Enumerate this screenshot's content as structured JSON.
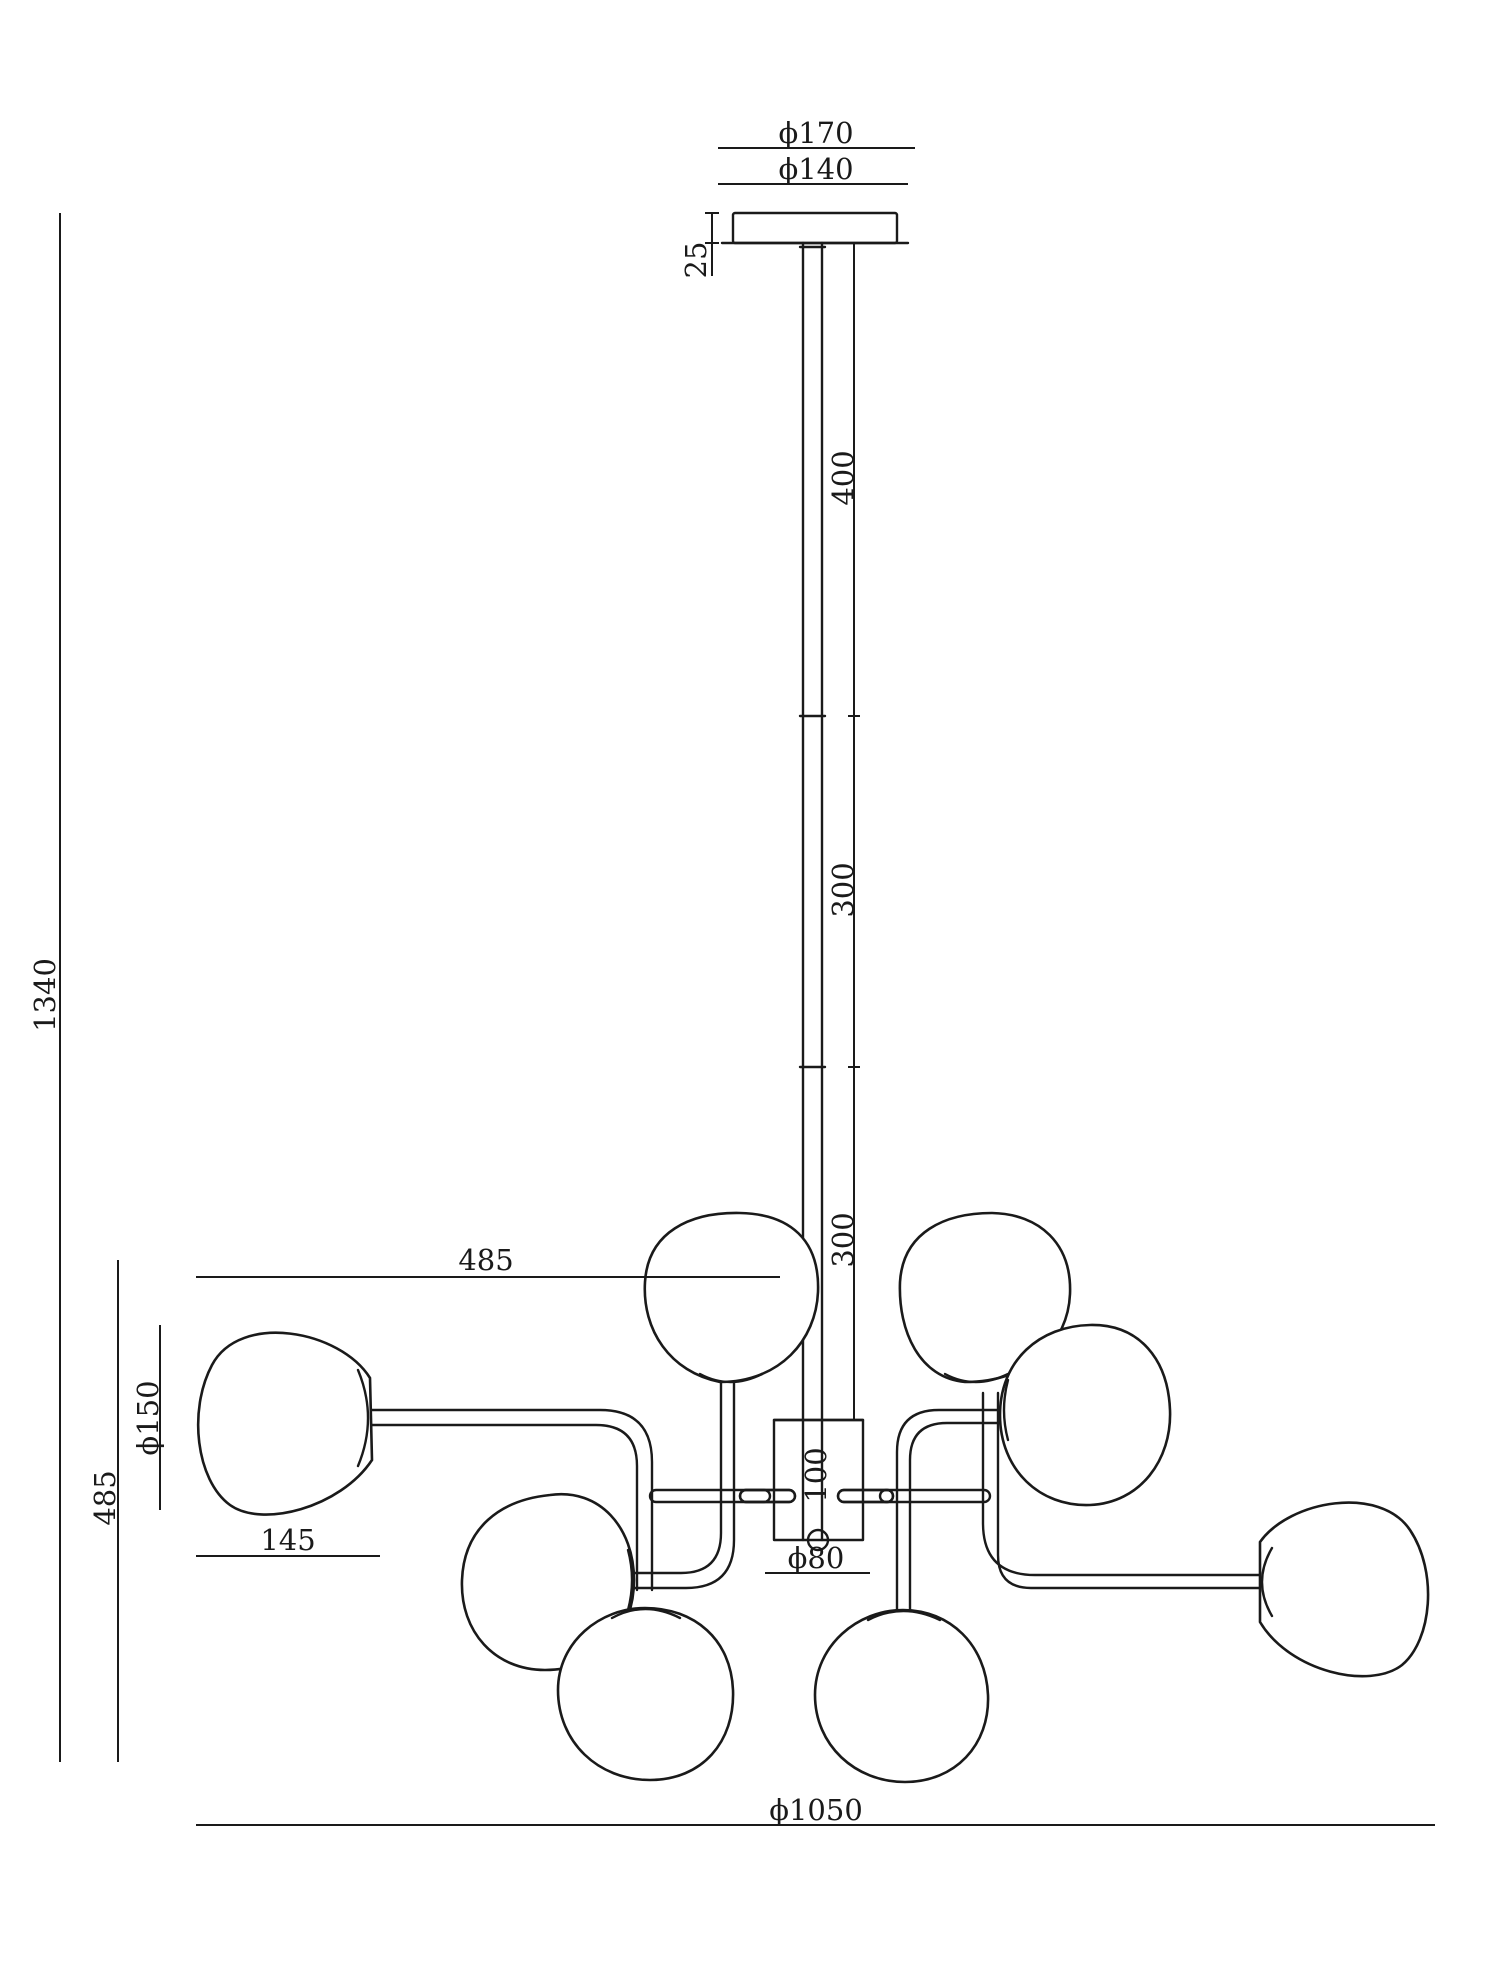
{
  "drawing": {
    "dimensions": {
      "canopy_outer": "ϕ170",
      "canopy_inner": "ϕ140",
      "canopy_height": "25",
      "rod_upper": "400",
      "rod_middle": "300",
      "rod_lower": "300",
      "overall_height": "1340",
      "arm_reach": "485",
      "fixture_height": "485",
      "globe_diameter": "ϕ150",
      "globe_depth": "145",
      "hub_height": "100",
      "hub_diameter": "ϕ80",
      "overall_diameter": "ϕ1050"
    },
    "colors": {
      "line": "#1a1a1a",
      "background": "#ffffff"
    }
  }
}
